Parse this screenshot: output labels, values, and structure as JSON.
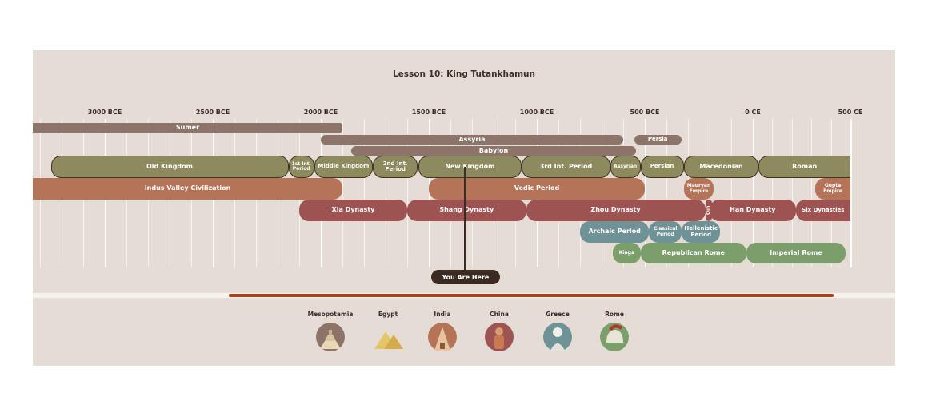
{
  "title": "Lesson 10:  King Tutankhamun",
  "chart_data": {
    "type": "timeline",
    "axis_ticks": [
      {
        "label": "3000 BCE",
        "year": -3000
      },
      {
        "label": "2500 BCE",
        "year": -2500
      },
      {
        "label": "2000 BCE",
        "year": -2000
      },
      {
        "label": "1500 BCE",
        "year": -1500
      },
      {
        "label": "1000 BCE",
        "year": -1000
      },
      {
        "label": "500 BCE",
        "year": -500
      },
      {
        "label": "0 CE",
        "year": 0
      },
      {
        "label": "500 CE",
        "year": 500
      }
    ],
    "periods": [
      {
        "label": "Sumer",
        "start": -3500,
        "end": -1900,
        "region": "Mesopotamia",
        "row": 0
      },
      {
        "label": "Assyria",
        "start": -2000,
        "end": -600,
        "region": "Mesopotamia",
        "row": 1
      },
      {
        "label": "Persia",
        "start": -550,
        "end": -330,
        "region": "Mesopotamia",
        "row": 1
      },
      {
        "label": "Babylon",
        "start": -1860,
        "end": -540,
        "region": "Mesopotamia",
        "row": 2
      },
      {
        "label": "Old Kingdom",
        "start": -3250,
        "end": -2150,
        "region": "Egypt",
        "row": 3
      },
      {
        "label": "1st Int. Period",
        "start": -2150,
        "end": -2030,
        "region": "Egypt",
        "row": 3
      },
      {
        "label": "Middle Kingdom",
        "start": -2030,
        "end": -1760,
        "region": "Egypt",
        "row": 3
      },
      {
        "label": "2nd Int. Period",
        "start": -1760,
        "end": -1550,
        "region": "Egypt",
        "row": 3
      },
      {
        "label": "New Kingdom",
        "start": -1550,
        "end": -1070,
        "region": "Egypt",
        "row": 3
      },
      {
        "label": "3rd Int. Period",
        "start": -1070,
        "end": -660,
        "region": "Egypt",
        "row": 3
      },
      {
        "label": "Assyrian",
        "start": -660,
        "end": -520,
        "region": "Egypt",
        "row": 3
      },
      {
        "label": "Persian",
        "start": -520,
        "end": -320,
        "region": "Egypt",
        "row": 3
      },
      {
        "label": "Macedonian",
        "start": -320,
        "end": 30,
        "region": "Egypt",
        "row": 3
      },
      {
        "label": "Roman",
        "start": 30,
        "end": 500,
        "region": "Egypt",
        "row": 3
      },
      {
        "label": "Indus Valley Civilization",
        "start": -3700,
        "end": -1900,
        "region": "India",
        "row": 4
      },
      {
        "label": "Vedic Period",
        "start": -1500,
        "end": -500,
        "region": "India",
        "row": 4
      },
      {
        "label": "Mauryan Empire",
        "start": -320,
        "end": -180,
        "region": "India",
        "row": 4
      },
      {
        "label": "Gupta Empire",
        "start": 320,
        "end": 500,
        "region": "India",
        "row": 4
      },
      {
        "label": "Xia Dynasty",
        "start": -2100,
        "end": -1600,
        "region": "China",
        "row": 5
      },
      {
        "label": "Shang Dynasty",
        "start": -1600,
        "end": -1050,
        "region": "China",
        "row": 5
      },
      {
        "label": "Zhou Dynasty",
        "start": -1050,
        "end": -220,
        "region": "China",
        "row": 5
      },
      {
        "label": "Qin",
        "start": -220,
        "end": -200,
        "region": "China",
        "row": 5
      },
      {
        "label": "Han Dynasty",
        "start": -200,
        "end": 220,
        "region": "China",
        "row": 5
      },
      {
        "label": "Six Dynasties",
        "start": 220,
        "end": 500,
        "region": "China",
        "row": 5
      },
      {
        "label": "Archaic Period",
        "start": -800,
        "end": -480,
        "region": "Greece",
        "row": 6
      },
      {
        "label": "Classical Period",
        "start": -480,
        "end": -330,
        "region": "Greece",
        "row": 6
      },
      {
        "label": "Hellenistic Period",
        "start": -330,
        "end": -150,
        "region": "Greece",
        "row": 6
      },
      {
        "label": "Kings",
        "start": -650,
        "end": -520,
        "region": "Rome",
        "row": 7
      },
      {
        "label": "Republican Rome",
        "start": -520,
        "end": -30,
        "region": "Rome",
        "row": 7
      },
      {
        "label": "Imperial Rome",
        "start": -30,
        "end": 476,
        "region": "Rome",
        "row": 7
      }
    ],
    "marker": {
      "label": "You Are Here",
      "year": -1330
    },
    "colors": {
      "Mesopotamia": "#8c7468",
      "Egypt": "#8d8a5d",
      "India": "#b57358",
      "China": "#9e5353",
      "Greece": "#6e9296",
      "Rome": "#7b9f6a"
    }
  },
  "legend": [
    {
      "label": "Mesopotamia",
      "icon": "ziggurat-icon"
    },
    {
      "label": "Egypt",
      "icon": "pyramids-icon"
    },
    {
      "label": "India",
      "icon": "temple-icon"
    },
    {
      "label": "China",
      "icon": "terracotta-warrior-icon"
    },
    {
      "label": "Greece",
      "icon": "greek-statue-icon"
    },
    {
      "label": "Rome",
      "icon": "roman-helmet-icon"
    }
  ]
}
